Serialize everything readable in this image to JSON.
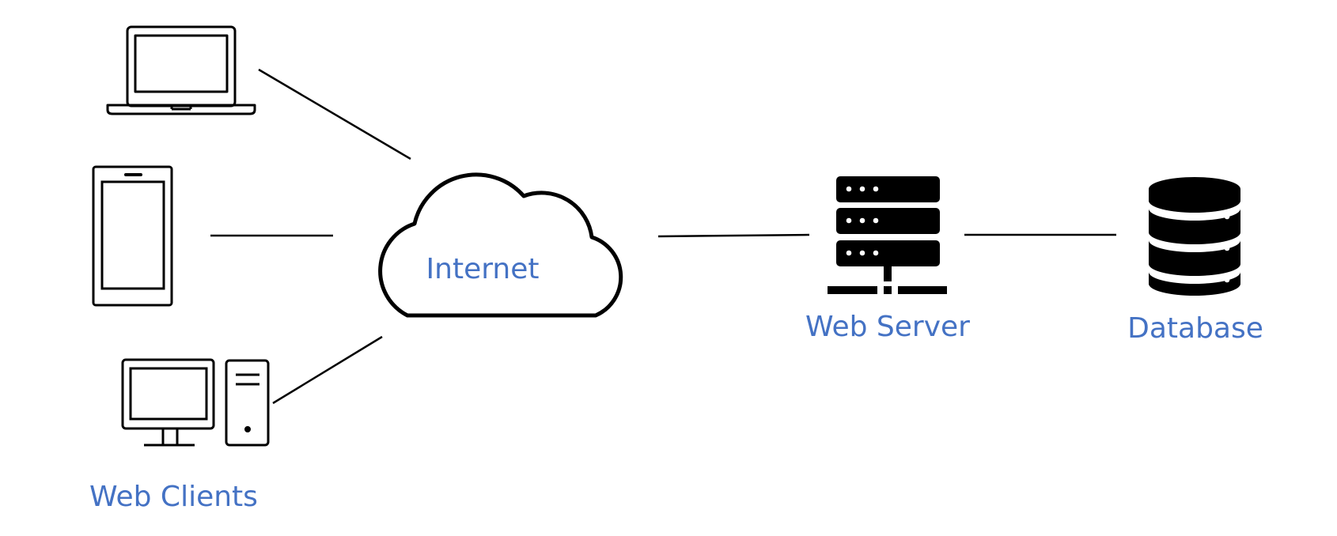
{
  "colors": {
    "label": "#4472C4",
    "icon_stroke": "#000000",
    "background": "#ffffff"
  },
  "nodes": {
    "clients": {
      "label": "Web Clients",
      "devices": [
        "laptop-icon",
        "tablet-icon",
        "desktop-computer-icon"
      ]
    },
    "internet": {
      "label": "Internet",
      "icon": "cloud-icon"
    },
    "web_server": {
      "label": "Web Server",
      "icon": "server-icon"
    },
    "database": {
      "label": "Database",
      "icon": "database-icon"
    }
  },
  "connections": [
    {
      "from": "laptop",
      "to": "internet"
    },
    {
      "from": "tablet",
      "to": "internet"
    },
    {
      "from": "desktop",
      "to": "internet"
    },
    {
      "from": "internet",
      "to": "web_server"
    },
    {
      "from": "web_server",
      "to": "database"
    }
  ]
}
